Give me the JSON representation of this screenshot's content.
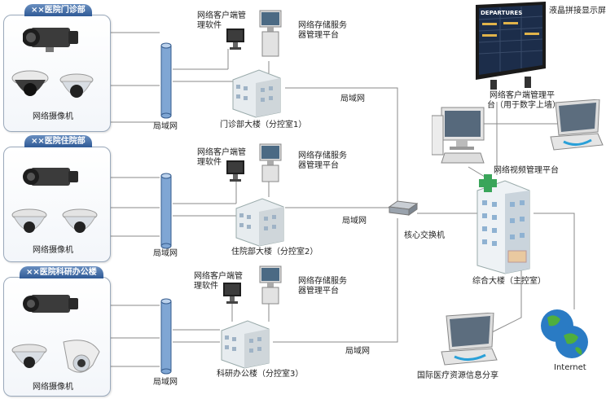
{
  "sections": [
    {
      "title": "××医院门诊部",
      "camera_label": "网络摄像机"
    },
    {
      "title": "××医院住院部",
      "camera_label": "网络摄像机"
    },
    {
      "title": "××医院科研办公楼",
      "camera_label": "网络摄像机"
    }
  ],
  "lan_label": "局域网",
  "client_software": "网络客户端管理软件",
  "storage_platform": "网络存储服务器管理平台",
  "buildings": [
    "门诊部大楼（分控室1）",
    "住院部大楼（分控室2）",
    "科研办公楼（分控室3）"
  ],
  "main_building": "综合大楼（主控室）",
  "core_switch": "核心交换机",
  "lcd_wall": "液晶拼接显示屏",
  "lcd_screen_text": "DEPARTURES",
  "wall_client": "网络客户端管理平台（用于数字上墙）",
  "video_platform": "网络视频管理平台",
  "intl_share": "国际医疗资源信息分享",
  "internet": "Internet",
  "colors": {
    "lan_tube": "#7fa6d4",
    "tab": "#3d6aa8",
    "wire": "#888888"
  }
}
